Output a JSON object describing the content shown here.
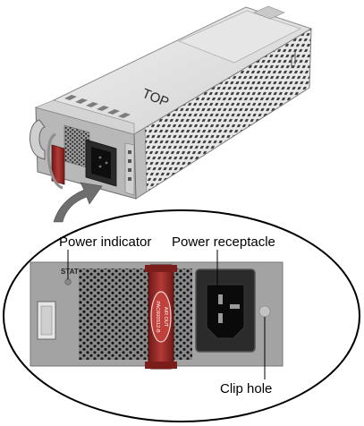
{
  "diagram": {
    "unit_top_label": "TOP",
    "panel_stat_label": "STAT",
    "handle_label_lines": [
      "AIR OUT",
      "PAC600S12-B"
    ],
    "callouts": {
      "power_indicator": "Power indicator",
      "power_receptacle": "Power receptacle",
      "clip_hole": "Clip hole"
    }
  },
  "colors": {
    "chassis_light": "#d9d9d9",
    "chassis_mid": "#bdbdbd",
    "chassis_dark": "#7a7a7a",
    "panel": "#9e9e9e",
    "handle_red": "#a8322f",
    "socket_black": "#1a1a1a",
    "arrow": "#6e6e6e"
  }
}
